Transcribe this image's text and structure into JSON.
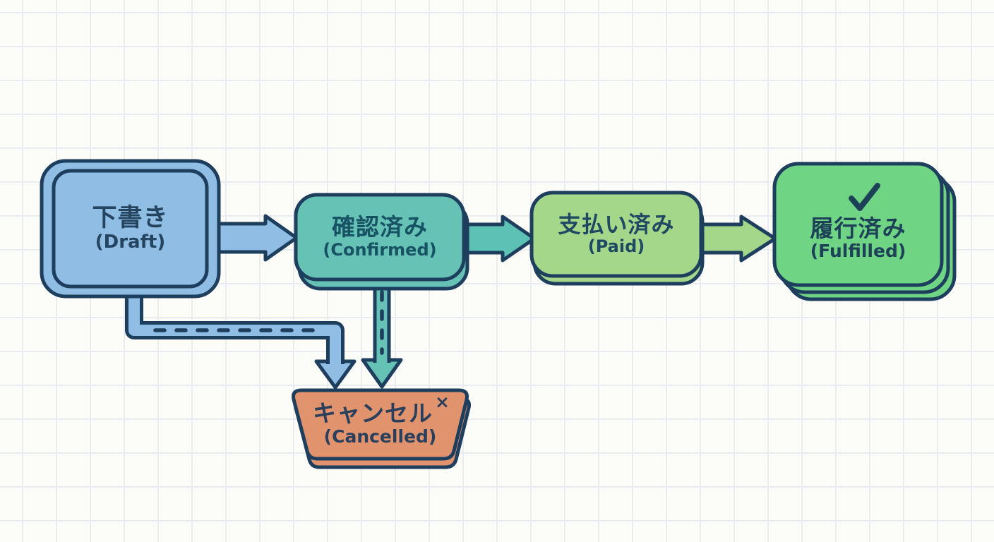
{
  "diagram": {
    "type": "state-flow",
    "background": {
      "paper_color": "#fcfcf9",
      "grid_color": "#e9ecf1"
    },
    "stroke_color": "#1e3e5e",
    "nodes": {
      "draft": {
        "label_ja": "下書き",
        "label_en": "(Draft)",
        "fill": "#8fbde4",
        "text_color": "#24445f",
        "shape": "rounded-rect-double-outline"
      },
      "confirmed": {
        "label_ja": "確認済み",
        "label_en": "(Confirmed)",
        "fill": "#66c2b5",
        "text_color": "#175264",
        "shape": "rounded-rect"
      },
      "paid": {
        "label_ja": "支払い済み",
        "label_en": "(Paid)",
        "fill": "#a5d78b",
        "text_color": "#1f4862",
        "shape": "rounded-rect"
      },
      "fulfilled": {
        "label_ja": "履行済み",
        "label_en": "(Fulfilled)",
        "fill": "#6fd584",
        "text_color": "#1d4258",
        "icon": "✓",
        "icon_name": "check-icon",
        "shape": "rounded-rect-stacked"
      },
      "cancelled": {
        "label_ja": "キャンセル",
        "label_en": "(Cancelled)",
        "fill": "#e0936c",
        "text_color": "#2a3f5c",
        "icon": "×",
        "icon_name": "x-icon",
        "shape": "trapezoid"
      }
    },
    "edges": [
      {
        "from": "draft",
        "to": "confirmed",
        "style": "solid-block-arrow",
        "color": "#8fbde4"
      },
      {
        "from": "confirmed",
        "to": "paid",
        "style": "solid-block-arrow",
        "color": "#5ec1b6"
      },
      {
        "from": "paid",
        "to": "fulfilled",
        "style": "solid-block-arrow",
        "color": "#a5d78b"
      },
      {
        "from": "draft",
        "to": "cancelled",
        "style": "dashed-pipe-arrow",
        "color": "#8fbde4"
      },
      {
        "from": "confirmed",
        "to": "cancelled",
        "style": "dashed-pipe-arrow",
        "color": "#66c2b5"
      }
    ]
  }
}
